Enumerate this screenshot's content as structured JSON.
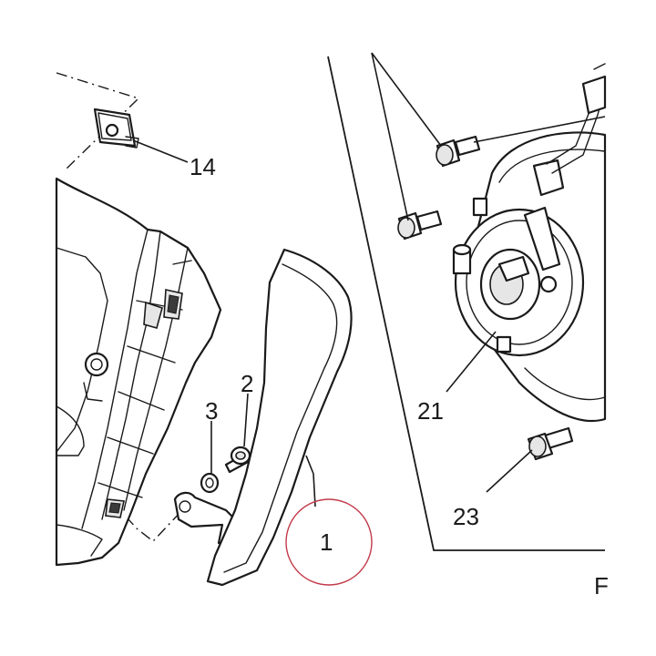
{
  "diagram": {
    "callouts": {
      "c14": "14",
      "c2": "2",
      "c3": "3",
      "c1": "1",
      "c21": "21",
      "c23": "23"
    },
    "edge_text": "F",
    "highlight_color": "#c23a4a",
    "line_color": "#1a1a1a"
  }
}
